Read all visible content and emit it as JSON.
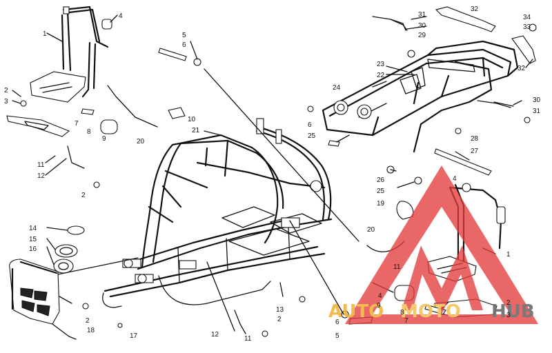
{
  "callouts": [
    {
      "id": "c1a",
      "text": "1"
    },
    {
      "id": "c1b",
      "text": "1"
    },
    {
      "id": "c2a",
      "text": "2"
    },
    {
      "id": "c2b",
      "text": "2"
    },
    {
      "id": "c2c",
      "text": "2"
    },
    {
      "id": "c2d",
      "text": "2"
    },
    {
      "id": "c2e",
      "text": "2"
    },
    {
      "id": "c3a",
      "text": "3"
    },
    {
      "id": "c3b",
      "text": "3"
    },
    {
      "id": "c4a",
      "text": "4"
    },
    {
      "id": "c4b",
      "text": "4"
    },
    {
      "id": "c4c",
      "text": "4"
    },
    {
      "id": "c5a",
      "text": "5"
    },
    {
      "id": "c5b",
      "text": "5"
    },
    {
      "id": "c6a",
      "text": "6"
    },
    {
      "id": "c6b",
      "text": "6"
    },
    {
      "id": "c6c",
      "text": "6"
    },
    {
      "id": "c7a",
      "text": "7"
    },
    {
      "id": "c7b",
      "text": "7"
    },
    {
      "id": "c8a",
      "text": "8"
    },
    {
      "id": "c8b",
      "text": "8"
    },
    {
      "id": "c9a",
      "text": "9"
    },
    {
      "id": "c9b",
      "text": "9"
    },
    {
      "id": "c10",
      "text": "10"
    },
    {
      "id": "c11a",
      "text": "11"
    },
    {
      "id": "c11b",
      "text": "11"
    },
    {
      "id": "c11c",
      "text": "11"
    },
    {
      "id": "c12a",
      "text": "12"
    },
    {
      "id": "c12b",
      "text": "12"
    },
    {
      "id": "c13",
      "text": "13"
    },
    {
      "id": "c14",
      "text": "14"
    },
    {
      "id": "c15",
      "text": "15"
    },
    {
      "id": "c16",
      "text": "16"
    },
    {
      "id": "c17",
      "text": "17"
    },
    {
      "id": "c18",
      "text": "18"
    },
    {
      "id": "c19",
      "text": "19"
    },
    {
      "id": "c20a",
      "text": "20"
    },
    {
      "id": "c20b",
      "text": "20"
    },
    {
      "id": "c21",
      "text": "21"
    },
    {
      "id": "c22",
      "text": "22"
    },
    {
      "id": "c23",
      "text": "23"
    },
    {
      "id": "c24",
      "text": "24"
    },
    {
      "id": "c25a",
      "text": "25"
    },
    {
      "id": "c25b",
      "text": "25"
    },
    {
      "id": "c26",
      "text": "26"
    },
    {
      "id": "c27",
      "text": "27"
    },
    {
      "id": "c28",
      "text": "28"
    },
    {
      "id": "c29",
      "text": "29"
    },
    {
      "id": "c30a",
      "text": "30"
    },
    {
      "id": "c30b",
      "text": "30"
    },
    {
      "id": "c31a",
      "text": "31"
    },
    {
      "id": "c31b",
      "text": "31"
    },
    {
      "id": "c32a",
      "text": "32"
    },
    {
      "id": "c32b",
      "text": "32"
    },
    {
      "id": "c33",
      "text": "33"
    },
    {
      "id": "c34",
      "text": "34"
    }
  ],
  "watermark": {
    "text_auto": "AUTO",
    "text_moto": "MOTO",
    "text_hub": "HUB",
    "colors": {
      "triangle": "#e23a3a",
      "auto": "#f0b43c",
      "moto": "#f5c45a",
      "hub": "#6b6b6b"
    }
  },
  "colors": {
    "background": "#ffffff",
    "line": "#111111"
  }
}
